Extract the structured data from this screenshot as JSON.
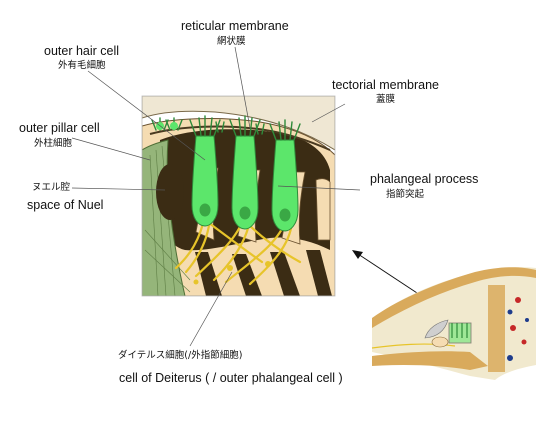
{
  "labels": {
    "reticular_membrane": {
      "en": "reticular membrane",
      "jp": "網状膜"
    },
    "outer_hair_cell": {
      "en": "outer hair cell",
      "jp": "外有毛細胞"
    },
    "tectorial_membrane": {
      "en": "tectorial membrane",
      "jp": "蓋膜"
    },
    "outer_pillar_cell": {
      "en": "outer pillar cell",
      "jp": "外柱細胞"
    },
    "space_of_nuel": {
      "en": "space of Nuel",
      "jp": "ヌエル腔"
    },
    "phalangeal_process": {
      "en": "phalangeal process",
      "jp": "指節突起"
    },
    "deiters_cell": {
      "en": "cell of Deiterus ( / outer phalangeal cell )",
      "jp": "ダイテルス細胞(/外指節細胞)"
    }
  },
  "colors": {
    "hair_cell": "#5ce66b",
    "hair_cell_edge": "#2e8a3a",
    "nucleus": "#3aa845",
    "background_tissue": "#f5dcb2",
    "tectorial": "#efe7d3",
    "dark_cavity": "#3b2c14",
    "pillar": "#95b57a",
    "process": "#e7c42a",
    "bone": "#d9aa5c"
  }
}
